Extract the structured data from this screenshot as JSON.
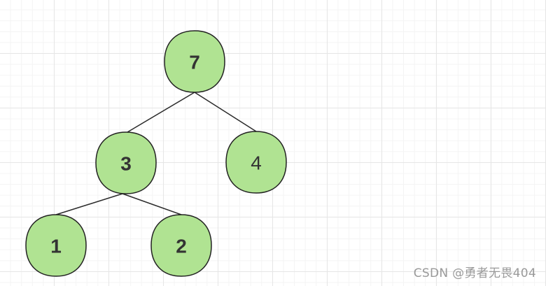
{
  "diagram": {
    "node_fill": "#b0e392",
    "node_stroke": "#222222",
    "edge_color": "#2b2b2b",
    "nodes": [
      {
        "id": "n7",
        "label": "7",
        "bold": true
      },
      {
        "id": "n3",
        "label": "3",
        "bold": true
      },
      {
        "id": "n4",
        "label": "4",
        "bold": false
      },
      {
        "id": "n1",
        "label": "1",
        "bold": true
      },
      {
        "id": "n2",
        "label": "2",
        "bold": true
      }
    ],
    "edges": [
      {
        "from": "n7",
        "to": "n3"
      },
      {
        "from": "n7",
        "to": "n4"
      },
      {
        "from": "n3",
        "to": "n1"
      },
      {
        "from": "n3",
        "to": "n2"
      }
    ]
  },
  "watermark": "CSDN @勇者无畏404"
}
